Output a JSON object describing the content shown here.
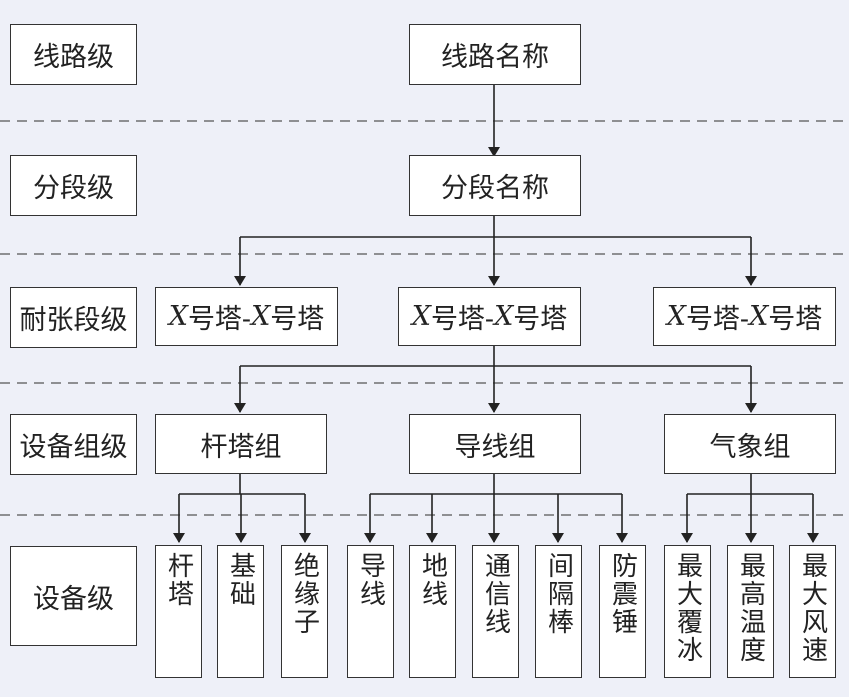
{
  "levels": {
    "line": "线路级",
    "segment": "分段级",
    "tension": "耐张段级",
    "group": "设备组级",
    "device": "设备级"
  },
  "line_name": "线路名称",
  "segment_name": "分段名称",
  "tension_sections": [
    {
      "tower": "X",
      "label_a": "号塔-",
      "label_b": "号塔"
    },
    {
      "tower": "X",
      "label_a": "号塔-",
      "label_b": "号塔"
    },
    {
      "tower": "X",
      "label_a": "号塔-",
      "label_b": "号塔"
    }
  ],
  "groups": [
    "杆塔组",
    "导线组",
    "气象组"
  ],
  "devices": [
    "杆塔",
    "基础",
    "绝缘子",
    "导线",
    "地线",
    "通信线",
    "间隔棒",
    "防震锤",
    "最大覆冰",
    "最高温度",
    "最大风速"
  ],
  "colors": {
    "background": "#eef0f8",
    "box": "#ffffff",
    "line": "#333333"
  }
}
